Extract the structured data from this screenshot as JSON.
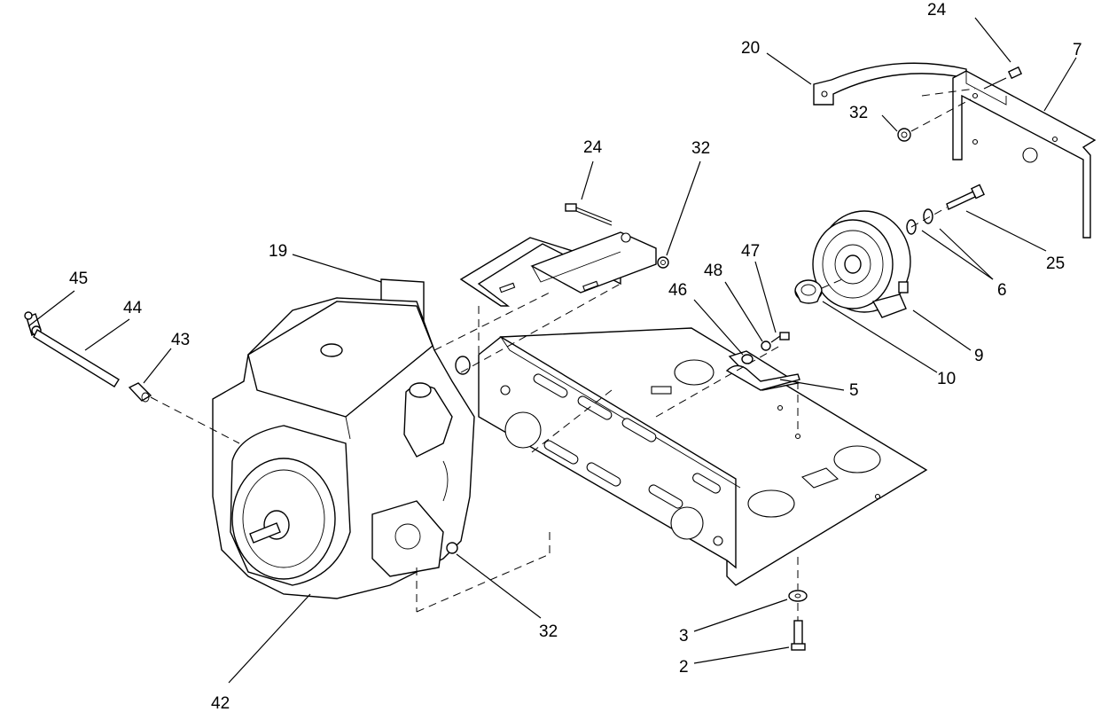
{
  "callouts": [
    {
      "id": "c24a",
      "text": "24"
    },
    {
      "id": "c20",
      "text": "20"
    },
    {
      "id": "c7",
      "text": "7"
    },
    {
      "id": "c32a",
      "text": "32"
    },
    {
      "id": "c24b",
      "text": "24"
    },
    {
      "id": "c32b",
      "text": "32"
    },
    {
      "id": "c19",
      "text": "19"
    },
    {
      "id": "c25",
      "text": "25"
    },
    {
      "id": "c6",
      "text": "6"
    },
    {
      "id": "c47",
      "text": "47"
    },
    {
      "id": "c48",
      "text": "48"
    },
    {
      "id": "c45",
      "text": "45"
    },
    {
      "id": "c44",
      "text": "44"
    },
    {
      "id": "c46",
      "text": "46"
    },
    {
      "id": "c43",
      "text": "43"
    },
    {
      "id": "c9",
      "text": "9"
    },
    {
      "id": "c10",
      "text": "10"
    },
    {
      "id": "c5",
      "text": "5"
    },
    {
      "id": "c32c",
      "text": "32"
    },
    {
      "id": "c3",
      "text": "3"
    },
    {
      "id": "c2",
      "text": "2"
    },
    {
      "id": "c42",
      "text": "42"
    }
  ]
}
